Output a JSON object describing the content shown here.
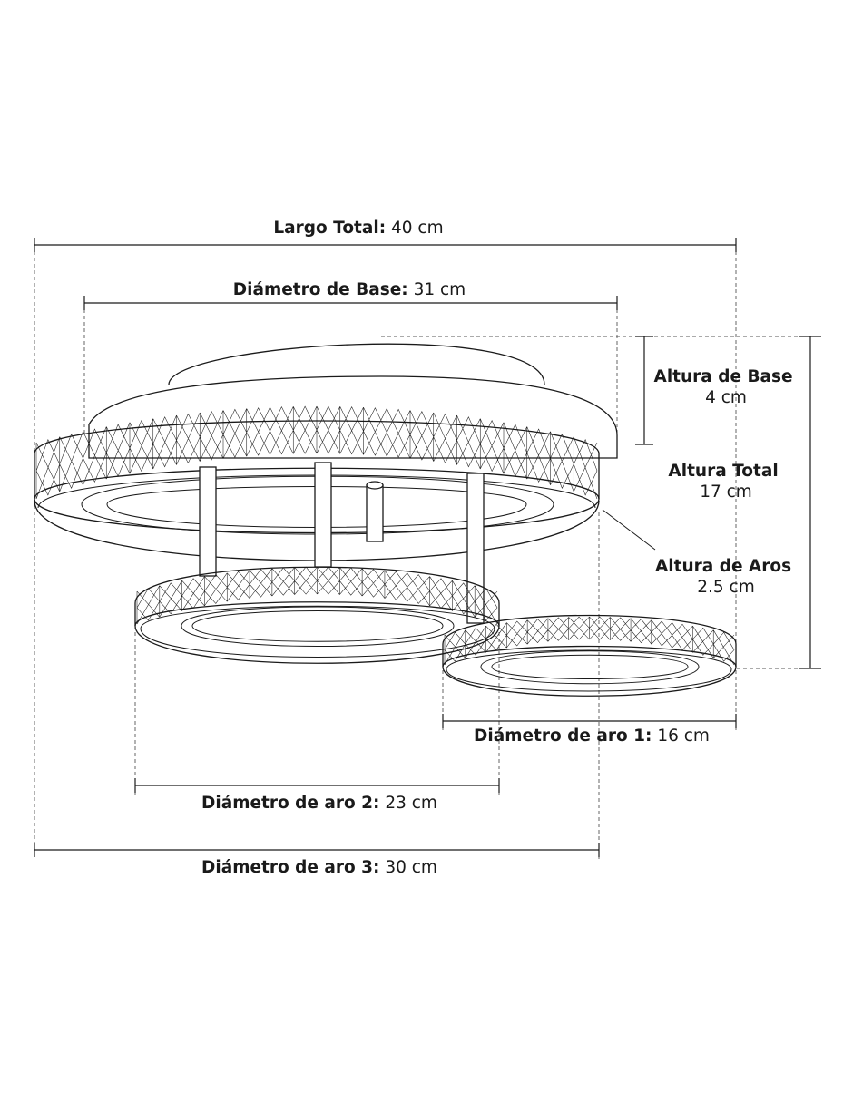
{
  "dimensions": [
    {
      "id": "largo_total",
      "name": "Largo Total:",
      "value": "40 cm"
    },
    {
      "id": "diametro_base",
      "name": "Diámetro de Base:",
      "value": "31 cm"
    },
    {
      "id": "altura_base",
      "name": "Altura de Base",
      "value": "4 cm"
    },
    {
      "id": "altura_total",
      "name": "Altura Total",
      "value": "17 cm"
    },
    {
      "id": "altura_aros",
      "name": "Altura de Aros",
      "value": "2.5 cm"
    },
    {
      "id": "diametro_aro1",
      "name": "Diámetro de aro 1:",
      "value": "16 cm"
    },
    {
      "id": "diametro_aro2",
      "name": "Diámetro de aro 2:",
      "value": "23 cm"
    },
    {
      "id": "diametro_aro3",
      "name": "Diámetro de aro 3:",
      "value": "30 cm"
    }
  ]
}
